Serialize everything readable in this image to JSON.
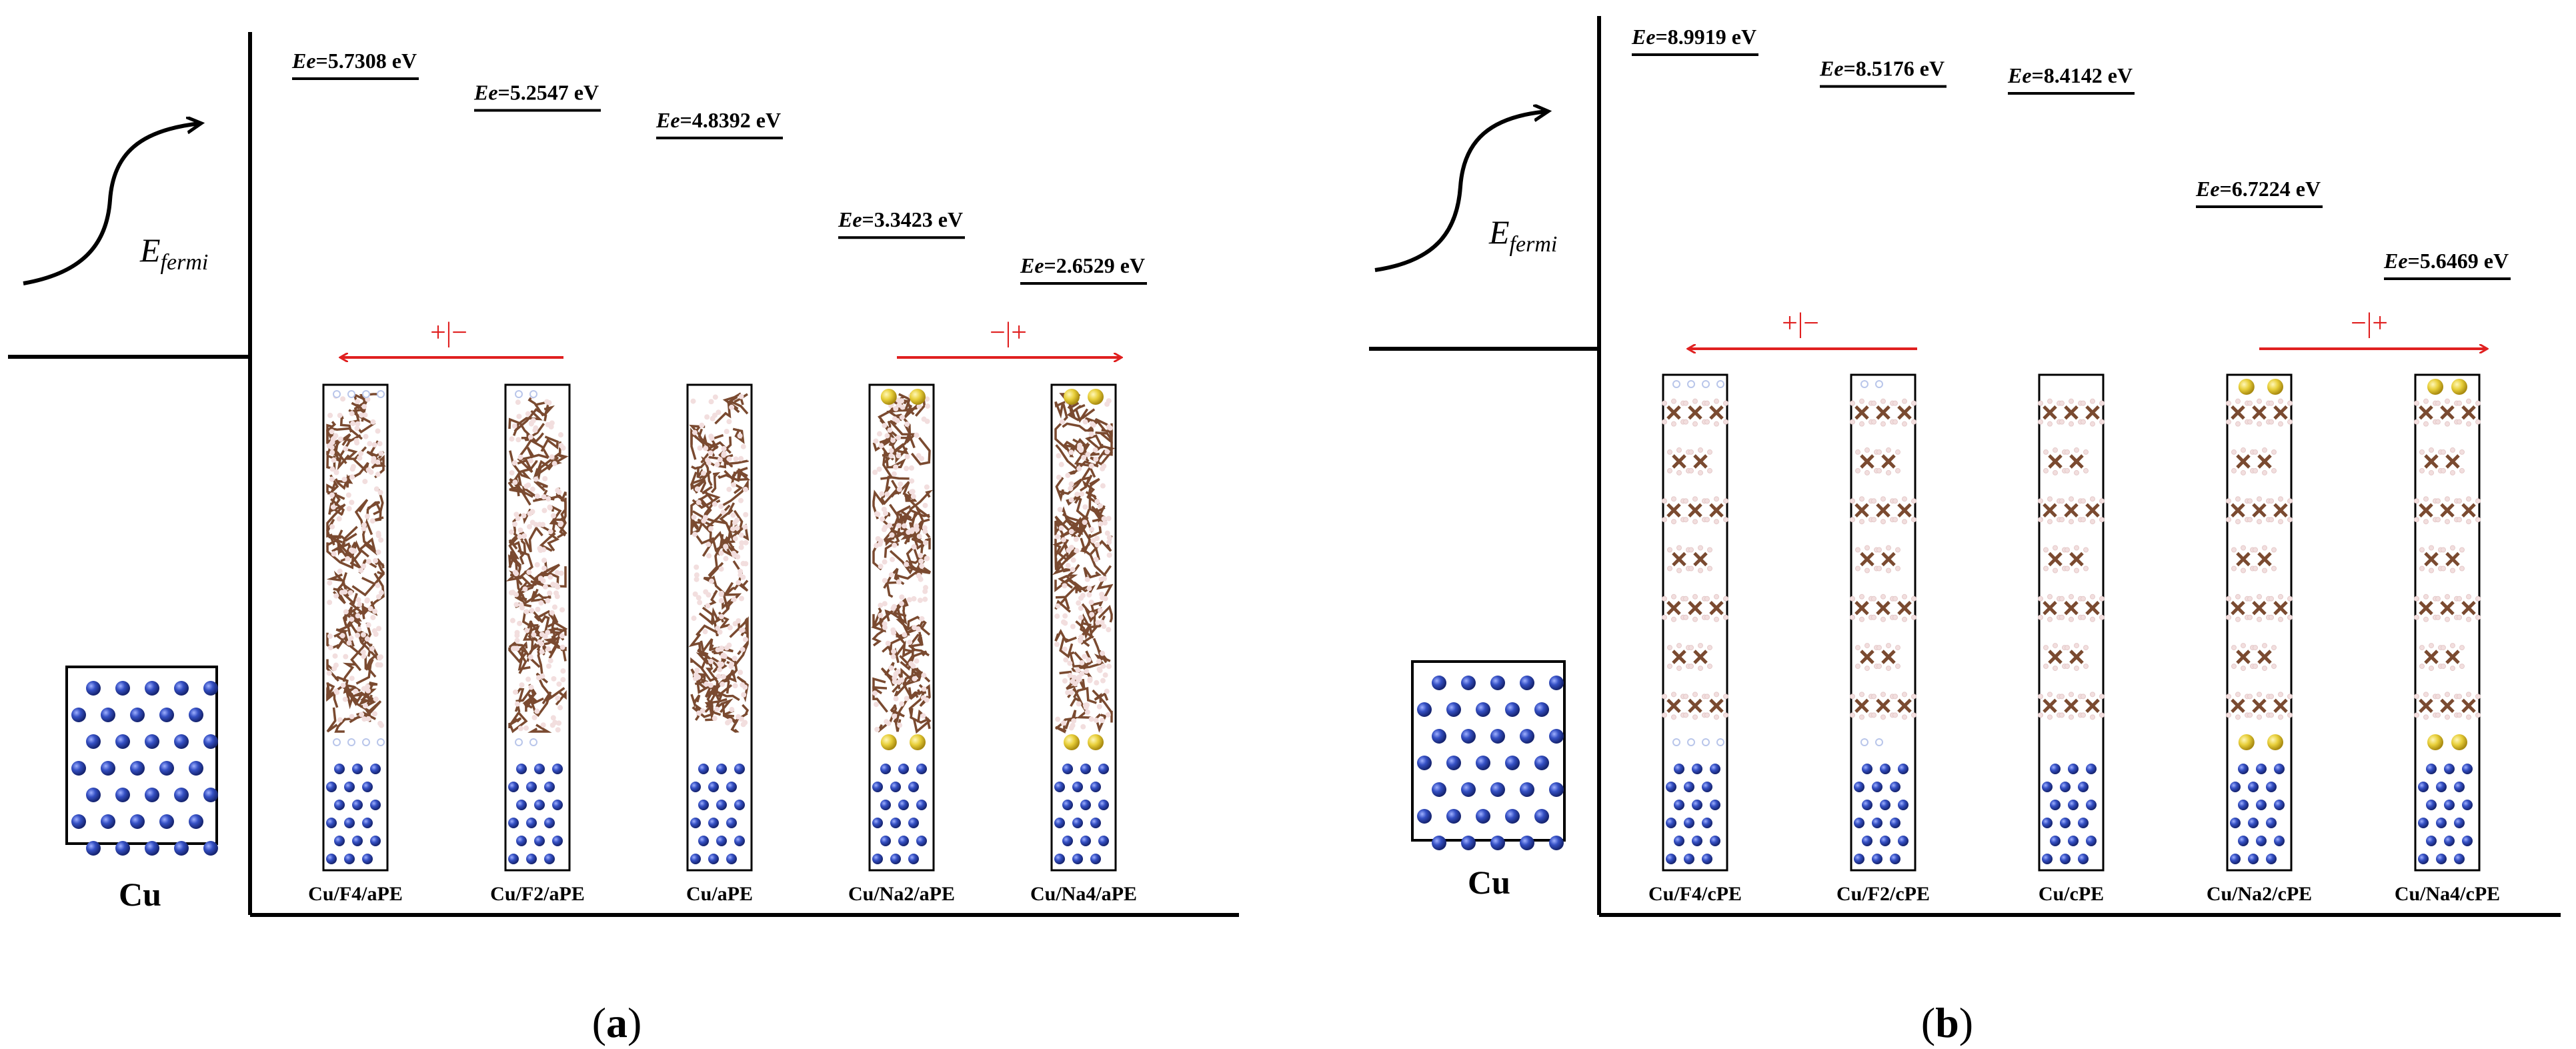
{
  "panels": [
    {
      "id": "a",
      "caption": "a",
      "fermi_label": "E",
      "fermi_sub": "fermi",
      "cu_label": "Cu",
      "left_arrow_label": "+|−",
      "right_arrow_label": "−|+",
      "columns": [
        {
          "label": "Cu/F4/aPE",
          "ee_prefix": "Ee",
          "ee_value": "=5.7308 eV",
          "ee": 5.7308,
          "dopant": "F",
          "count": 4
        },
        {
          "label": "Cu/F2/aPE",
          "ee_prefix": "Ee",
          "ee_value": "=5.2547 eV",
          "ee": 5.2547,
          "dopant": "F",
          "count": 2
        },
        {
          "label": "Cu/aPE",
          "ee_prefix": "Ee",
          "ee_value": "=4.8392 eV",
          "ee": 4.8392,
          "dopant": "none",
          "count": 0
        },
        {
          "label": "Cu/Na2/aPE",
          "ee_prefix": "Ee",
          "ee_value": "=3.3423 eV",
          "ee": 3.3423,
          "dopant": "Na",
          "count": 2
        },
        {
          "label": "Cu/Na4/aPE",
          "ee_prefix": "Ee",
          "ee_value": "=2.6529 eV",
          "ee": 2.6529,
          "dopant": "Na",
          "count": 4
        }
      ]
    },
    {
      "id": "b",
      "caption": "b",
      "fermi_label": "E",
      "fermi_sub": "fermi",
      "cu_label": "Cu",
      "left_arrow_label": "+|−",
      "right_arrow_label": "−|+",
      "columns": [
        {
          "label": "Cu/F4/cPE",
          "ee_prefix": "Ee",
          "ee_value": "=8.9919 eV",
          "ee": 8.9919,
          "dopant": "F",
          "count": 4
        },
        {
          "label": "Cu/F2/cPE",
          "ee_prefix": "Ee",
          "ee_value": "=8.5176 eV",
          "ee": 8.5176,
          "dopant": "F",
          "count": 2
        },
        {
          "label": "Cu/cPE",
          "ee_prefix": "Ee",
          "ee_value": "=8.4142 eV",
          "ee": 8.4142,
          "dopant": "none",
          "count": 0
        },
        {
          "label": "Cu/Na2/cPE",
          "ee_prefix": "Ee",
          "ee_value": "=6.7224 eV",
          "ee": 6.7224,
          "dopant": "Na",
          "count": 2
        },
        {
          "label": "Cu/Na4/cPE",
          "ee_prefix": "Ee",
          "ee_value": "=5.6469 eV",
          "ee": 5.6469,
          "dopant": "Na",
          "count": 4
        }
      ]
    }
  ],
  "colors": {
    "cu_atom": "#2f45b0",
    "carbon_bond": "#7a4a30",
    "hydrogen": "#f2dede",
    "sodium": "#e8cf3a",
    "fluorine": "#b9c6ea",
    "arrow": "#e02020"
  }
}
